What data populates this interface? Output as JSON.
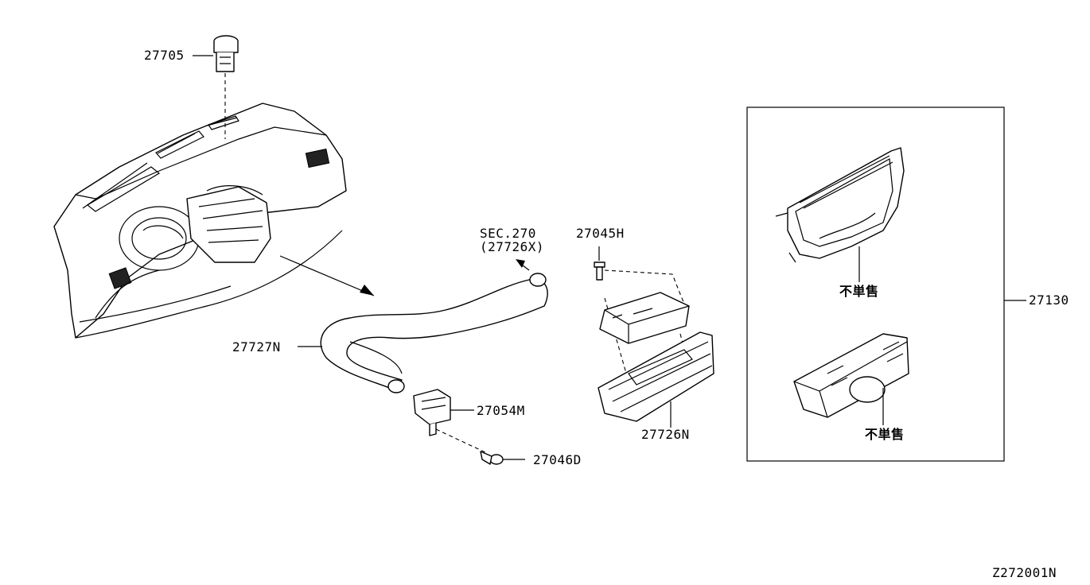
{
  "diagram": {
    "labels": {
      "p27705": "27705",
      "p27045h": "27045H",
      "sec_ref": "SEC.270",
      "sec_sub": "(27726X)",
      "p27727n": "27727N",
      "p27054m": "27054M",
      "p27046d": "27046D",
      "p27726n": "27726N",
      "p27130": "27130",
      "not_sold_1": "不単售",
      "not_sold_2": "不単售"
    },
    "drawing_id": "Z272001N"
  }
}
